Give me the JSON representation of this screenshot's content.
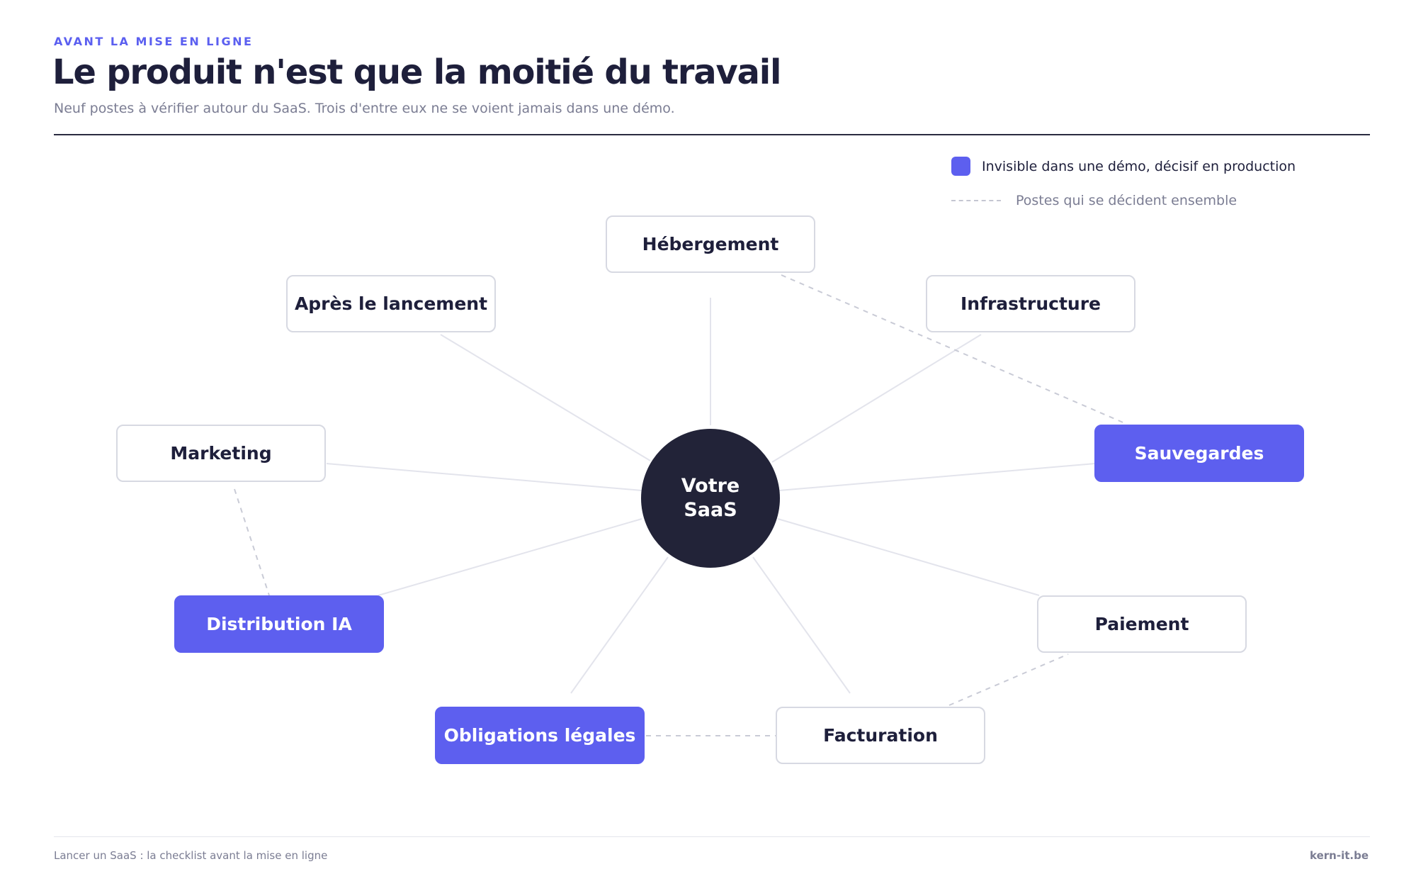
{
  "header": {
    "eyebrow": "AVANT LA MISE EN LIGNE",
    "title": "Le produit n'est que la moitié du travail",
    "subtitle": "Neuf postes à vérifier autour du SaaS. Trois d'entre eux ne se voient jamais dans une démo."
  },
  "legend": {
    "highlight_label": "Invisible dans une démo, décisif en production",
    "dashed_label": "Postes qui se décident ensemble"
  },
  "diagram": {
    "hub": {
      "line1": "Votre",
      "line2": "SaaS"
    },
    "nodes": {
      "hebergement": {
        "label": "Hébergement",
        "invisible_in_demo": false
      },
      "infrastructure": {
        "label": "Infrastructure",
        "invisible_in_demo": false
      },
      "sauvegardes": {
        "label": "Sauvegardes",
        "invisible_in_demo": true
      },
      "paiement": {
        "label": "Paiement",
        "invisible_in_demo": false
      },
      "facturation": {
        "label": "Facturation",
        "invisible_in_demo": false
      },
      "obligations": {
        "label": "Obligations légales",
        "invisible_in_demo": true
      },
      "distribution": {
        "label": "Distribution IA",
        "invisible_in_demo": true
      },
      "marketing": {
        "label": "Marketing",
        "invisible_in_demo": false
      },
      "apres": {
        "label": "Après le lancement",
        "invisible_in_demo": false
      }
    },
    "decided_together": [
      [
        "hebergement",
        "sauvegardes"
      ],
      [
        "marketing",
        "distribution"
      ],
      [
        "obligations",
        "facturation"
      ],
      [
        "facturation",
        "paiement"
      ]
    ]
  },
  "colors": {
    "accent": "#5d5fef",
    "hub": "#222338",
    "text": "#1e1f3b",
    "muted": "#7b7d93"
  },
  "footer": {
    "left": "Lancer un SaaS : la checklist avant la mise en ligne",
    "right": "kern-it.be"
  }
}
